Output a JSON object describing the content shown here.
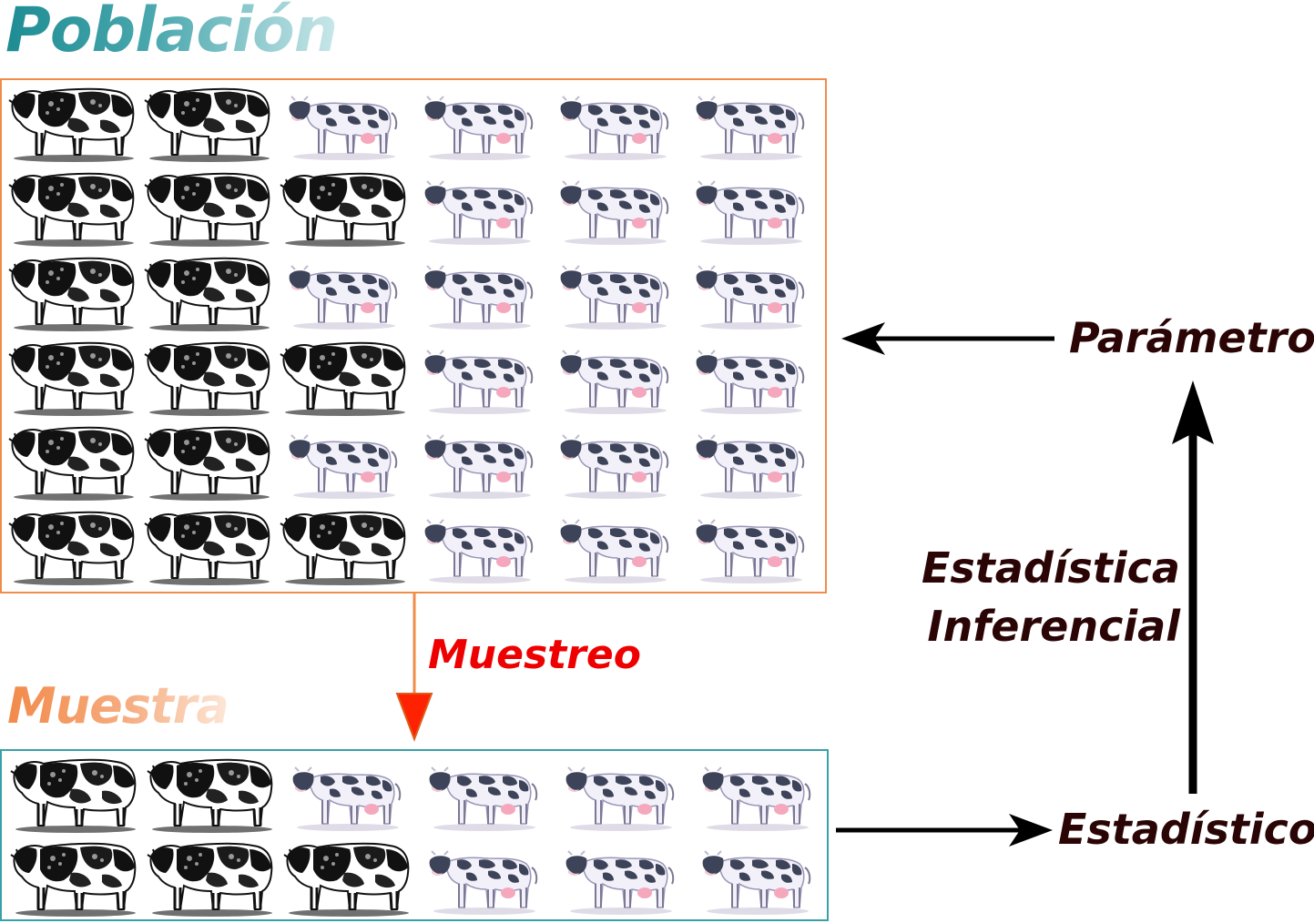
{
  "diagram": {
    "population_title": "Población",
    "sample_title": "Muestra",
    "sampling_label": "Muestreo",
    "parameter_label": "Parámetro",
    "statistic_label": "Estadístico",
    "inference_label_line1": "Estadística",
    "inference_label_line2": "Inferencial"
  },
  "population": {
    "rows": 6,
    "columns": 6,
    "pattern": [
      [
        "bw",
        "bw",
        "color",
        "color",
        "color",
        "color"
      ],
      [
        "bw",
        "bw",
        "bw",
        "color",
        "color",
        "color"
      ],
      [
        "bw",
        "bw",
        "color",
        "color",
        "color",
        "color"
      ],
      [
        "bw",
        "bw",
        "bw",
        "color",
        "color",
        "color"
      ],
      [
        "bw",
        "bw",
        "color",
        "color",
        "color",
        "color"
      ],
      [
        "bw",
        "bw",
        "bw",
        "color",
        "color",
        "color"
      ]
    ]
  },
  "sample": {
    "rows": 2,
    "columns": 6,
    "pattern": [
      [
        "bw",
        "bw",
        "color",
        "color",
        "color",
        "color"
      ],
      [
        "bw",
        "bw",
        "bw",
        "color",
        "color",
        "color"
      ]
    ]
  },
  "colors": {
    "population_border": "#f08c4a",
    "sample_border": "#3aa0a8",
    "sampling_arrow": "#f08c4a",
    "sampling_arrowhead": "#ff2200",
    "sampling_text": "#ee0000",
    "dark_text": "#2b0505",
    "arrows": "#000000"
  },
  "icons": {
    "bw_cow": "holstein-engraving-icon",
    "color_cow": "cartoon-cow-icon"
  }
}
